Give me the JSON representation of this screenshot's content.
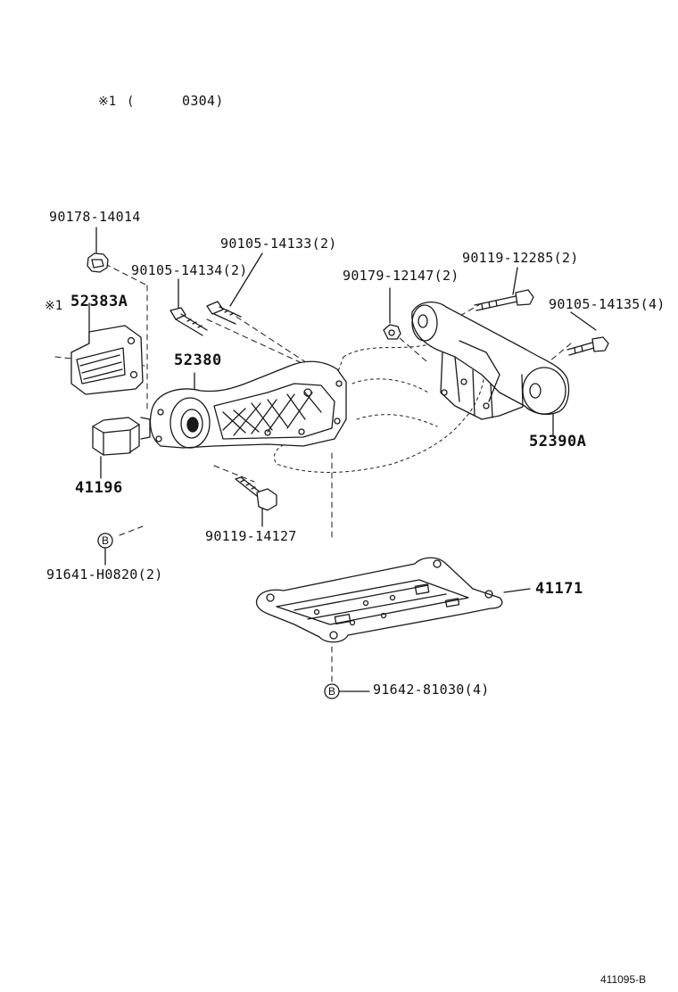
{
  "header_note": {
    "marker": "※1",
    "open_paren": "(",
    "code": "0304)"
  },
  "callouts": {
    "p90178": "90178-14014",
    "p90105_14133": "90105-14133(2)",
    "p90105_14134": "90105-14134(2)",
    "p90179": "90179-12147(2)",
    "p90119_12285": "90119-12285(2)",
    "p90105_14135": "90105-14135(4)",
    "mark1": "※1",
    "p52383A": "52383A",
    "p52380": "52380",
    "p52390A": "52390A",
    "p41196": "41196",
    "p90119_14127": "90119-14127",
    "p91641": "91641-H0820(2)",
    "p41171": "41171",
    "p91642": "91642-81030(4)"
  },
  "ref_marks": {
    "b_left": "B",
    "b_bottom": "B"
  },
  "figure_id": "411095-B"
}
